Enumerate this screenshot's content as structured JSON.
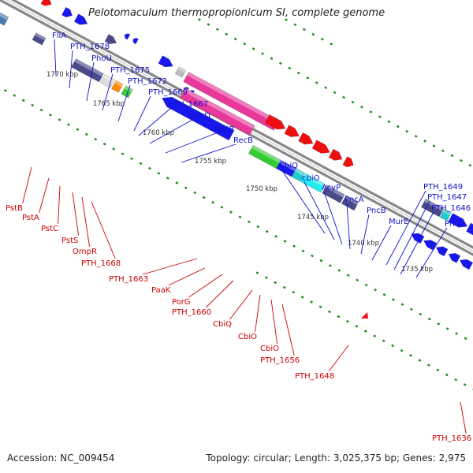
{
  "title": "Pelotomaculum thermopropionicum SI, complete genome",
  "footer": {
    "accession": "Accession: NC_009454",
    "topology": "Topology: circular; Length: 3,025,375 bp; Genes: 2,975"
  },
  "colors": {
    "forward_label": "#1010cc",
    "reverse_label": "#cc0000",
    "backbone": "#888888",
    "tick": "#1a8a1a"
  },
  "kbp_ticks": [
    "1770 kbp",
    "1765 kbp",
    "1760 kbp",
    "1755 kbp",
    "1750 kbp",
    "1745 kbp",
    "1740 kbp",
    "1735 kbp"
  ],
  "top_labels": [
    "FliA",
    "PTH_1678",
    "PhoU",
    "PTH_1675",
    "PTH_1672",
    "PTH_1669",
    "PTH_1667",
    "SbcD",
    "AddB",
    "RecB",
    "CbiQ",
    "cbiO",
    "AcyP",
    "PncA",
    "PncB",
    "MurE",
    "PTH_1649",
    "PTH_1647",
    "PTH_1646",
    "PrkA"
  ],
  "bottom_labels": [
    "PstB",
    "PstA",
    "PstC",
    "PstS",
    "OmpR",
    "PTH_1668",
    "PTH_1663",
    "PaaK",
    "PorG",
    "PTH_1660",
    "CbiQ",
    "CbiO",
    "CbiO",
    "PTH_1656",
    "PTH_1648",
    "PTH_1636"
  ]
}
